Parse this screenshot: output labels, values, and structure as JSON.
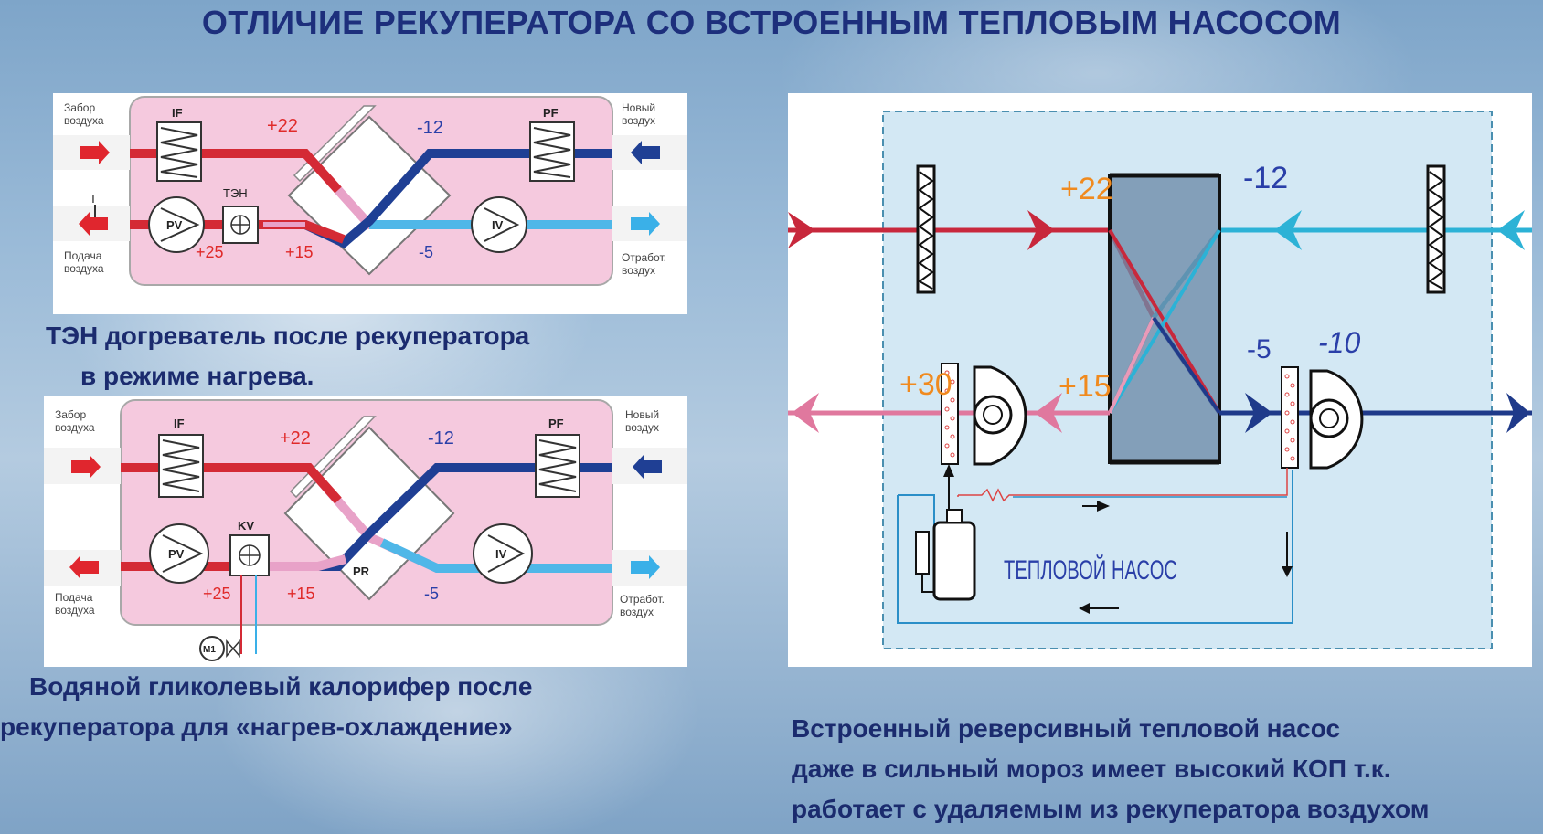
{
  "title": "ОТЛИЧИЕ РЕКУПЕРАТОРА СО ВСТРОЕННЫМ ТЕПЛОВЫМ НАСОСОМ",
  "diagram1": {
    "intake_label": [
      "Забор",
      "воздуха"
    ],
    "fresh_label": [
      "Новый",
      "воздух"
    ],
    "supply_label": [
      "Подача",
      "воздуха"
    ],
    "exhaust_label": [
      "Отработ.",
      "воздух"
    ],
    "filter_in": "IF",
    "filter_out": "PF",
    "fan_supply": "PV",
    "fan_exhaust": "IV",
    "heater": "ТЭН",
    "sensor": "T",
    "t_plus22": "+22",
    "t_minus12": "-12",
    "t_plus15": "+15",
    "t_minus5": "-5",
    "t_plus25": "+25",
    "caption": [
      "ТЭН догреватель после рекуператора",
      "в режиме нагрева."
    ]
  },
  "diagram2": {
    "intake_label": [
      "Забор",
      "воздуха"
    ],
    "fresh_label": [
      "Новый",
      "воздух"
    ],
    "supply_label": [
      "Подача",
      "воздуха"
    ],
    "exhaust_label": [
      "Отработ.",
      "воздух"
    ],
    "filter_in": "IF",
    "filter_out": "PF",
    "fan_supply": "PV",
    "fan_exhaust": "IV",
    "coil": "KV",
    "recuperator": "PR",
    "valve_motor": "M1",
    "t_plus22": "+22",
    "t_minus12": "-12",
    "t_plus15": "+15",
    "t_minus5": "-5",
    "t_plus25": "+25",
    "caption": [
      "Водяной гликолевый калорифер после",
      "рекуператора для  «нагрев-охлаждение»"
    ]
  },
  "diagram3": {
    "t_plus22": "+22",
    "t_minus12": "-12",
    "t_plus30": "+30",
    "t_plus15": "+15",
    "t_minus5": "-5",
    "t_minus10": "-10",
    "heat_pump_label": "ТЕПЛОВОЙ НАСОС"
  },
  "caption3": [
    "Встроенный реверсивный тепловой насос",
    "даже в сильный мороз  имеет высокий КОП т.к.",
    "работает с удаляемым из рекуператора воздухом"
  ],
  "colors": {
    "title": "#1d2f7c",
    "caption": "#1b2b6e",
    "hot": "#d42a35",
    "cold": "#1f3f94",
    "cool": "#3ab0e0",
    "pink": "#f3c7dc",
    "label_red": "#e02a2a",
    "label_blue": "#2a3fa8",
    "label_orange": "#f08a1e"
  }
}
